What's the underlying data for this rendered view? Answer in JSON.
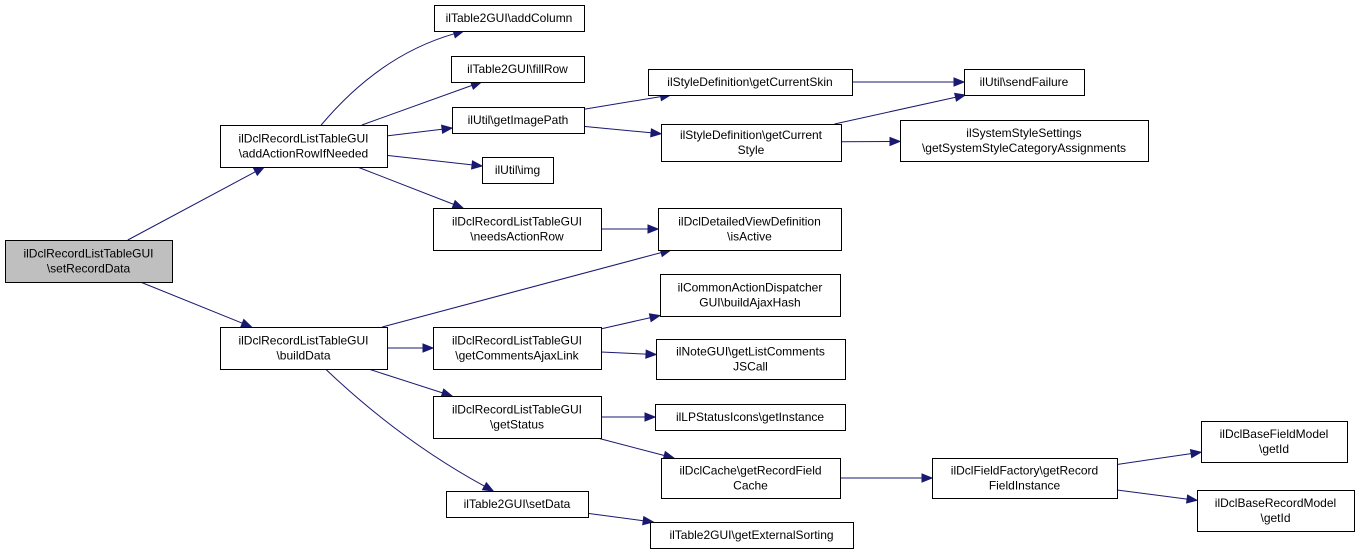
{
  "diagram": {
    "type": "call-graph",
    "colors": {
      "edge": "#191970",
      "node_fill": "#ffffff",
      "root_fill": "#bfbfbf",
      "node_border": "#000000",
      "text": "#000000"
    },
    "nodes": [
      {
        "id": "root",
        "lines": [
          "ilDclRecordListTableGUI",
          "\\setRecordData"
        ],
        "root": true
      },
      {
        "id": "addActionRowIfNeeded",
        "lines": [
          "ilDclRecordListTableGUI",
          "\\addActionRowIfNeeded"
        ]
      },
      {
        "id": "buildData",
        "lines": [
          "ilDclRecordListTableGUI",
          "\\buildData"
        ]
      },
      {
        "id": "addColumn",
        "lines": [
          "ilTable2GUI\\addColumn"
        ]
      },
      {
        "id": "fillRow",
        "lines": [
          "ilTable2GUI\\fillRow"
        ]
      },
      {
        "id": "getImagePath",
        "lines": [
          "ilUtil\\getImagePath"
        ]
      },
      {
        "id": "img",
        "lines": [
          "ilUtil\\img"
        ]
      },
      {
        "id": "needsActionRow",
        "lines": [
          "ilDclRecordListTableGUI",
          "\\needsActionRow"
        ]
      },
      {
        "id": "getCurrentSkin",
        "lines": [
          "ilStyleDefinition\\getCurrentSkin"
        ]
      },
      {
        "id": "getCurrentStyle",
        "lines": [
          "ilStyleDefinition\\getCurrent",
          "Style"
        ]
      },
      {
        "id": "sendFailure",
        "lines": [
          "ilUtil\\sendFailure"
        ]
      },
      {
        "id": "getSystemStyleCategoryAssignments",
        "lines": [
          "ilSystemStyleSettings",
          "\\getSystemStyleCategoryAssignments"
        ]
      },
      {
        "id": "isActive",
        "lines": [
          "ilDclDetailedViewDefinition",
          "\\isActive"
        ]
      },
      {
        "id": "getCommentsAjaxLink",
        "lines": [
          "ilDclRecordListTableGUI",
          "\\getCommentsAjaxLink"
        ]
      },
      {
        "id": "getStatus",
        "lines": [
          "ilDclRecordListTableGUI",
          "\\getStatus"
        ]
      },
      {
        "id": "setData",
        "lines": [
          "ilTable2GUI\\setData"
        ]
      },
      {
        "id": "buildAjaxHash",
        "lines": [
          "ilCommonActionDispatcher",
          "GUI\\buildAjaxHash"
        ]
      },
      {
        "id": "getListCommentsJSCall",
        "lines": [
          "ilNoteGUI\\getListComments",
          "JSCall"
        ]
      },
      {
        "id": "getInstance",
        "lines": [
          "ilLPStatusIcons\\getInstance"
        ]
      },
      {
        "id": "getRecordFieldCache",
        "lines": [
          "ilDclCache\\getRecordField",
          "Cache"
        ]
      },
      {
        "id": "getExternalSorting",
        "lines": [
          "ilTable2GUI\\getExternalSorting"
        ]
      },
      {
        "id": "getRecordFieldInstance",
        "lines": [
          "ilDclFieldFactory\\getRecord",
          "FieldInstance"
        ]
      },
      {
        "id": "baseFieldGetId",
        "lines": [
          "ilDclBaseFieldModel",
          "\\getId"
        ]
      },
      {
        "id": "baseRecordGetId",
        "lines": [
          "ilDclBaseRecordModel",
          "\\getId"
        ]
      }
    ],
    "edges": [
      [
        "root",
        "addActionRowIfNeeded"
      ],
      [
        "root",
        "buildData"
      ],
      [
        "addActionRowIfNeeded",
        "addColumn"
      ],
      [
        "addActionRowIfNeeded",
        "fillRow"
      ],
      [
        "addActionRowIfNeeded",
        "getImagePath"
      ],
      [
        "addActionRowIfNeeded",
        "img"
      ],
      [
        "addActionRowIfNeeded",
        "needsActionRow"
      ],
      [
        "getImagePath",
        "getCurrentSkin"
      ],
      [
        "getImagePath",
        "getCurrentStyle"
      ],
      [
        "getCurrentSkin",
        "sendFailure"
      ],
      [
        "getCurrentStyle",
        "sendFailure"
      ],
      [
        "getCurrentStyle",
        "getSystemStyleCategoryAssignments"
      ],
      [
        "needsActionRow",
        "isActive"
      ],
      [
        "buildData",
        "isActive"
      ],
      [
        "buildData",
        "getCommentsAjaxLink"
      ],
      [
        "buildData",
        "getStatus"
      ],
      [
        "buildData",
        "setData"
      ],
      [
        "getCommentsAjaxLink",
        "buildAjaxHash"
      ],
      [
        "getCommentsAjaxLink",
        "getListCommentsJSCall"
      ],
      [
        "getStatus",
        "getInstance"
      ],
      [
        "getStatus",
        "getRecordFieldCache"
      ],
      [
        "getRecordFieldCache",
        "getRecordFieldInstance"
      ],
      [
        "getRecordFieldInstance",
        "baseFieldGetId"
      ],
      [
        "getRecordFieldInstance",
        "baseRecordGetId"
      ],
      [
        "setData",
        "getExternalSorting"
      ]
    ]
  }
}
